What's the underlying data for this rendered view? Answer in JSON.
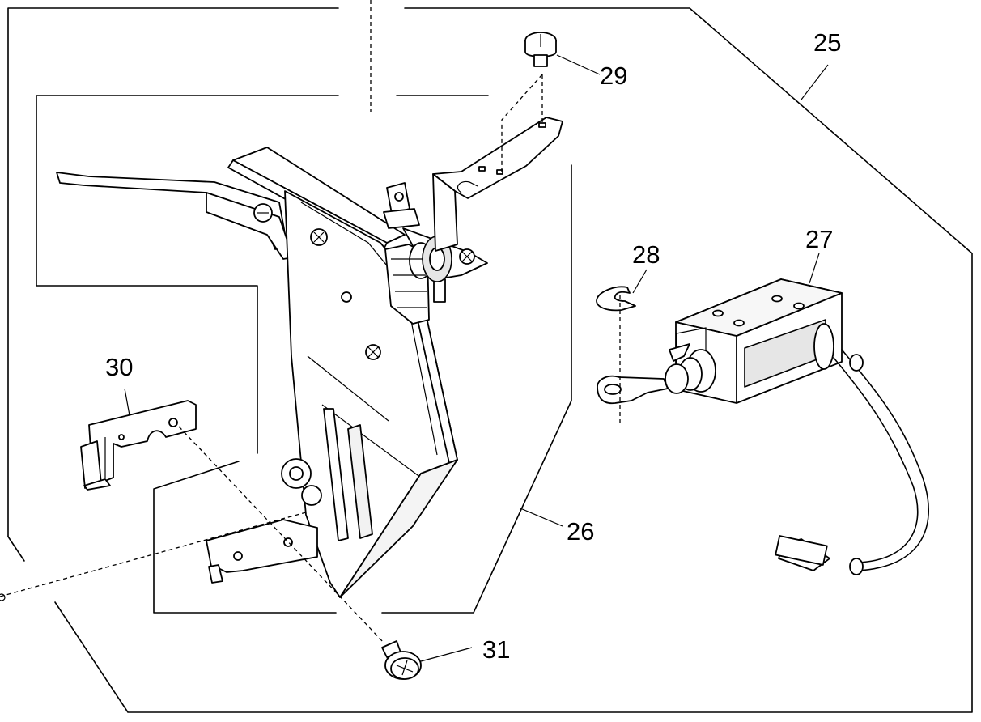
{
  "callouts": {
    "c25": "25",
    "c26": "26",
    "c27": "27",
    "c28": "28",
    "c29": "29",
    "c30": "30",
    "c31": "31"
  },
  "parts": [
    {
      "id": "25",
      "description": "assembly boundary"
    },
    {
      "id": "26",
      "description": "bracket assembly"
    },
    {
      "id": "27",
      "description": "solenoid"
    },
    {
      "id": "28",
      "description": "e-ring"
    },
    {
      "id": "29",
      "description": "shoulder screw"
    },
    {
      "id": "30",
      "description": "clip"
    },
    {
      "id": "31",
      "description": "screw"
    }
  ]
}
